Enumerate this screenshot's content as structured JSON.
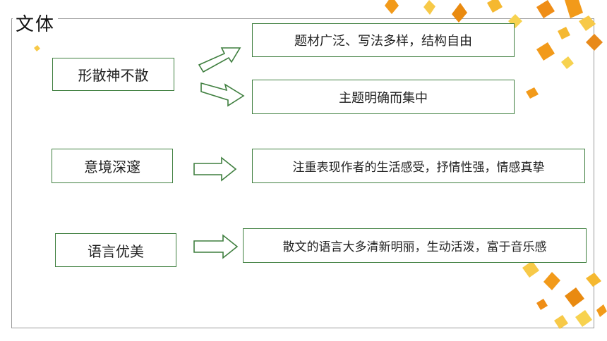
{
  "title": "文体",
  "rows": [
    {
      "left": "形散神不散",
      "right": [
        "题材广泛、写法多样，结构自由",
        "主题明确而集中"
      ]
    },
    {
      "left": "意境深邃",
      "right": [
        "注重表现作者的生活感受，抒情性强，情感真挚"
      ]
    },
    {
      "left": "语言优美",
      "right": [
        "散文的语言大多清新明丽，生动活泼，富于音乐感"
      ]
    }
  ],
  "colors": {
    "box_border": "#3f7f3f",
    "frame_border": "#9a9a9a",
    "leaf_orange": "#f29a1a",
    "leaf_yellow": "#f7c948"
  },
  "decoration": "autumn-leaves"
}
